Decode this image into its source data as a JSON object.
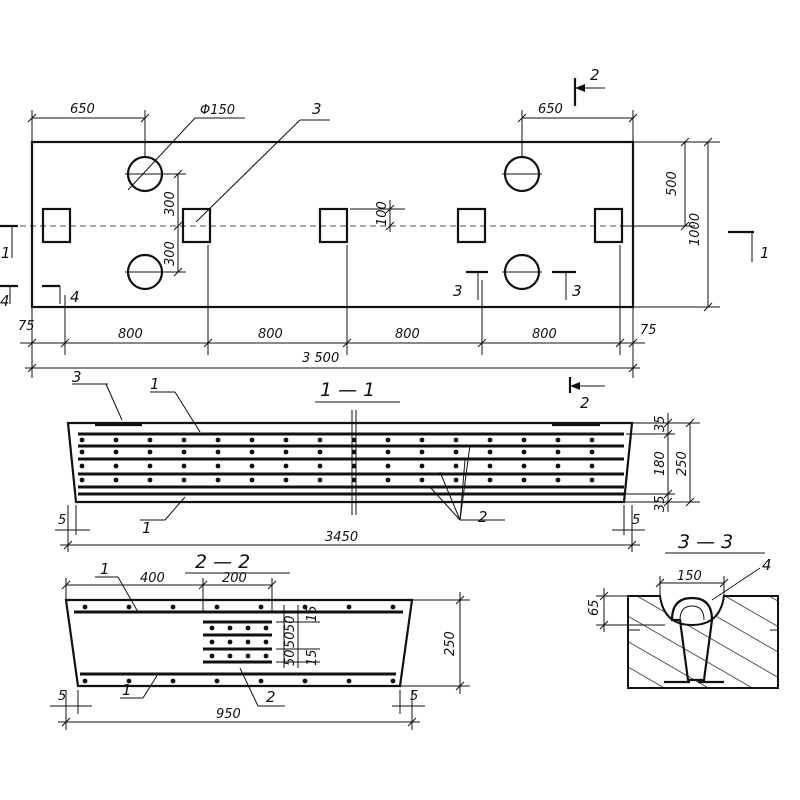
{
  "plan": {
    "dims": {
      "left_650": "650",
      "hole_dia": "Φ150",
      "callout_3": "3",
      "right_650": "650",
      "h_500": "500",
      "h_1000": "1000",
      "v_300": "300",
      "v_300b": "300",
      "v_100": "100",
      "m_75_left": "75",
      "m_75_right": "75",
      "sp_800_1": "800",
      "sp_800_2": "800",
      "sp_800_3": "800",
      "sp_800_4": "800",
      "total_3500": "3 500"
    },
    "cuts": {
      "cut1_left": "1",
      "cut1_right": "1",
      "cut2_top": "2",
      "cut3_left": "3",
      "cut3_right": "3",
      "cut4_left": "4",
      "cut4_right": "4"
    }
  },
  "section_1_1": {
    "title": "1 — 1",
    "label_3": "3",
    "label_1_top": "1",
    "label_1_bottom": "1",
    "label_2": "2",
    "cut2_mark": "2",
    "dim_35_top": "35",
    "dim_180": "180",
    "dim_35_bottom": "35",
    "dim_250": "250",
    "dim_5_left": "5",
    "dim_5_right": "5",
    "dim_3450": "3450"
  },
  "section_2_2": {
    "title": "2 — 2",
    "label_1_top": "1",
    "label_1_bottom": "1",
    "label_2": "2",
    "dim_400": "400",
    "dim_200": "200",
    "dim_50a": "50",
    "dim_50b": "50",
    "dim_50c": "50",
    "dim_15a": "15",
    "dim_15b": "15",
    "dim_250": "250",
    "dim_5_left": "5",
    "dim_5_right": "5",
    "dim_950": "950"
  },
  "section_3_3": {
    "title": "3 — 3",
    "dim_150": "150",
    "dim_65": "65",
    "label_4": "4"
  }
}
